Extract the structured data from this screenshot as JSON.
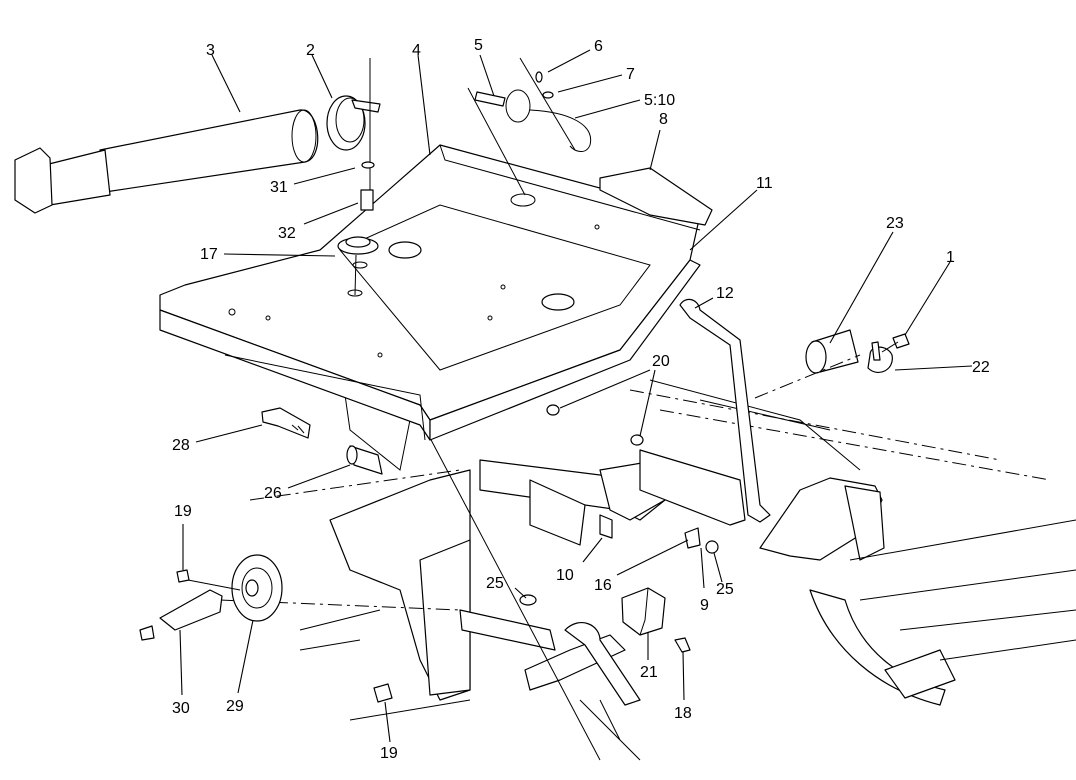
{
  "callouts": [
    {
      "id": "c1",
      "label": "1"
    },
    {
      "id": "c2",
      "label": "2"
    },
    {
      "id": "c3",
      "label": "3"
    },
    {
      "id": "c4",
      "label": "4"
    },
    {
      "id": "c5",
      "label": "5"
    },
    {
      "id": "c5-10",
      "label": "5:10"
    },
    {
      "id": "c6",
      "label": "6"
    },
    {
      "id": "c7",
      "label": "7"
    },
    {
      "id": "c8",
      "label": "8"
    },
    {
      "id": "c9",
      "label": "9"
    },
    {
      "id": "c10",
      "label": "10"
    },
    {
      "id": "c11",
      "label": "11"
    },
    {
      "id": "c12",
      "label": "12"
    },
    {
      "id": "c16",
      "label": "16"
    },
    {
      "id": "c17",
      "label": "17"
    },
    {
      "id": "c18",
      "label": "18"
    },
    {
      "id": "c19a",
      "label": "19"
    },
    {
      "id": "c19b",
      "label": "19"
    },
    {
      "id": "c20",
      "label": "20"
    },
    {
      "id": "c21",
      "label": "21"
    },
    {
      "id": "c22",
      "label": "22"
    },
    {
      "id": "c23",
      "label": "23"
    },
    {
      "id": "c25a",
      "label": "25"
    },
    {
      "id": "c25b",
      "label": "25"
    },
    {
      "id": "c26",
      "label": "26"
    },
    {
      "id": "c28",
      "label": "28"
    },
    {
      "id": "c29",
      "label": "29"
    },
    {
      "id": "c30",
      "label": "30"
    },
    {
      "id": "c31",
      "label": "31"
    },
    {
      "id": "c32",
      "label": "32"
    }
  ]
}
